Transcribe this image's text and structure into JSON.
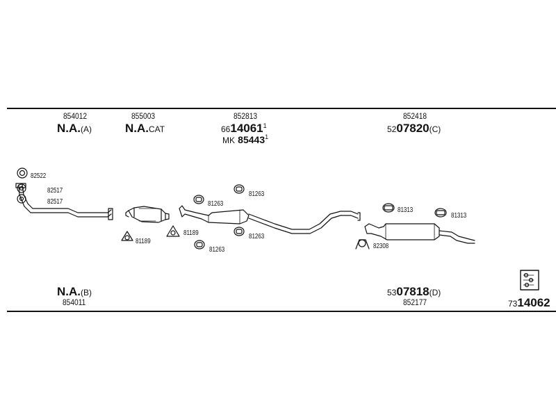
{
  "top_codes": {
    "c1_num": "854012",
    "c1_main": "N.A.",
    "c1_suffix": "(A)",
    "c2_num": "855003",
    "c2_main": "N.A.",
    "c2_suffix": "CAT",
    "c3_num": "852813",
    "c3_prefix": "66",
    "c3_main": "14061",
    "c3_sup": "1",
    "c3_line2_prefix": "MK",
    "c3_line2_main": "85443",
    "c3_line2_sup": "1",
    "c4_num": "852418",
    "c4_prefix": "52",
    "c4_main": "07820",
    "c4_suffix": "(C)"
  },
  "bottom_codes": {
    "b1_main": "N.A.",
    "b1_suffix": "(B)",
    "b1_num": "854011",
    "b2_prefix": "53",
    "b2_main": "07818",
    "b2_suffix": "(D)",
    "b2_num": "852177",
    "b3_prefix": "73",
    "b3_main": "14062"
  },
  "part_labels": {
    "p82522": "82522",
    "p82517a": "82517",
    "p82517b": "82517",
    "p81189a": "81189",
    "p81189b": "81189",
    "p81263a": "81263",
    "p81263b": "81263",
    "p81263c": "81263",
    "p81263d": "81263",
    "p81313a": "81313",
    "p81313b": "81313",
    "p82308": "82308"
  },
  "colors": {
    "ink": "#111111",
    "background": "#ffffff"
  }
}
